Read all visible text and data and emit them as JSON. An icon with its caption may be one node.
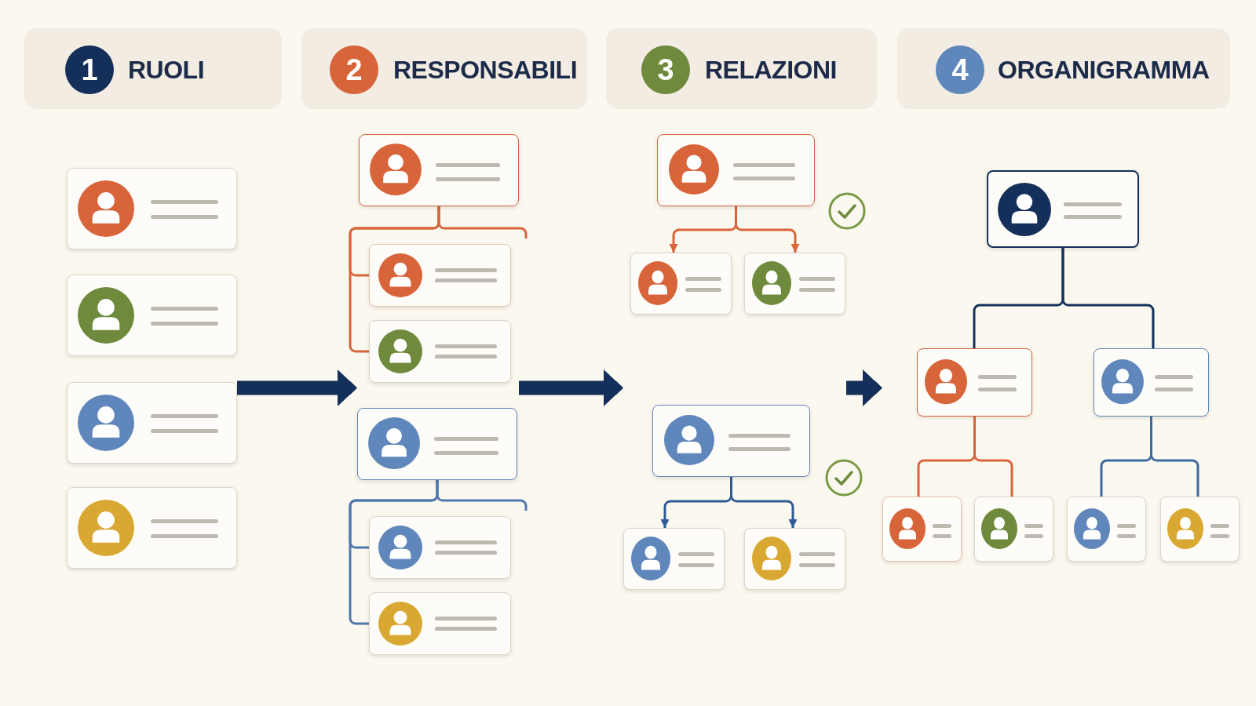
{
  "diagram": {
    "nodes": [
      {
        "text": [
          "RUOLI"
        ]
      },
      {
        "text": [
          "1"
        ],
        "in": 0
      },
      {
        "text": [
          "RESPONSABILI"
        ]
      },
      {
        "text": [
          "2"
        ],
        "in": 2
      },
      {
        "text": [
          "RELAZIONI"
        ]
      },
      {
        "text": [
          "3"
        ],
        "in": 4
      },
      {
        "text": [
          "ORGANIGRAMMA"
        ]
      },
      {
        "text": [
          "4"
        ],
        "in": 6
      },
      {
        "text": [],
        "shape": "picture"
      },
      {
        "text": [],
        "shape": "box",
        "in": 8
      },
      {
        "text": [],
        "shape": "box",
        "in": 8
      },
      {
        "text": [],
        "shape": "box",
        "in": 8
      },
      {
        "text": [],
        "shape": "box",
        "in": 8
      },
      {
        "text": [],
        "shape": "picture"
      },
      {
        "text": [],
        "shape": "box",
        "in": 13
      },
      {
        "text": [],
        "shape": "box",
        "in": 13
      },
      {
        "text": [],
        "shape": "box",
        "in": 13
      },
      {
        "text": [],
        "shape": "box",
        "in": 13
      },
      {
        "text": [],
        "shape": "box",
        "in": 13
      },
      {
        "text": [],
        "shape": "box",
        "in": 13
      },
      {
        "text": [],
        "shape": "picture"
      },
      {
        "text": [],
        "shape": "box",
        "in": 20
      },
      {
        "text": [],
        "shape": "box",
        "in": 20
      },
      {
        "text": [],
        "shape": "box",
        "in": 20
      },
      {
        "text": [],
        "shape": "box",
        "in": 20
      },
      {
        "text": [],
        "shape": "box",
        "in": 20
      },
      {
        "text": [],
        "shape": "box",
        "in": 20
      },
      {
        "text": [],
        "shape": "picture"
      },
      {
        "text": [],
        "shape": "box",
        "in": 27
      },
      {
        "text": [],
        "shape": "box",
        "in": 27
      },
      {
        "text": [],
        "shape": "box",
        "in": 27
      },
      {
        "text": [],
        "shape": "box",
        "in": 27
      },
      {
        "text": [],
        "shape": "box",
        "in": 27
      },
      {
        "text": [],
        "shape": "box",
        "in": 27
      },
      {
        "text": [],
        "shape": "box",
        "in": 27
      }
    ],
    "edges": [
      {
        "from": 14,
        "to": 15,
        "arrow": "none",
        "color": "#d8643a"
      },
      {
        "from": 14,
        "to": 16,
        "arrow": "none",
        "color": "#d8643a"
      },
      {
        "from": 17,
        "to": 18,
        "arrow": "none",
        "color": "#4f78ad"
      },
      {
        "from": 17,
        "to": 19,
        "arrow": "none",
        "color": "#4f78ad"
      },
      {
        "from": 21,
        "to": 22,
        "arrow": "to",
        "color": "#d8643a"
      },
      {
        "from": 21,
        "to": 23,
        "arrow": "to",
        "color": "#d8643a"
      },
      {
        "from": 24,
        "to": 25,
        "arrow": "to",
        "color": "#2f5a94"
      },
      {
        "from": 24,
        "to": 26,
        "arrow": "to",
        "color": "#2f5a94"
      },
      {
        "from": 28,
        "to": 29,
        "arrow": "none",
        "color": "#14305a"
      },
      {
        "from": 28,
        "to": 30,
        "arrow": "none",
        "color": "#14305a"
      },
      {
        "from": 29,
        "to": 31,
        "arrow": "none",
        "color": "#d8643a"
      },
      {
        "from": 29,
        "to": 32,
        "arrow": "none",
        "color": "#d8643a"
      },
      {
        "from": 30,
        "to": 33,
        "arrow": "none",
        "color": "#3e68a0"
      },
      {
        "from": 30,
        "to": 34,
        "arrow": "none",
        "color": "#3e68a0"
      },
      {
        "from": 8,
        "to": 13,
        "arrow": "to",
        "style": "thick",
        "color": "#14305a"
      },
      {
        "from": 13,
        "to": 20,
        "arrow": "to",
        "style": "thick",
        "color": "#14305a"
      },
      {
        "from": 20,
        "to": 27,
        "arrow": "to",
        "style": "thick",
        "color": "#14305a"
      },
      {
        "from": 14,
        "to": null,
        "arrow": "none",
        "color": "#d8643a"
      },
      {
        "from": 17,
        "to": null,
        "arrow": "none",
        "color": "#4f78ad"
      }
    ]
  }
}
